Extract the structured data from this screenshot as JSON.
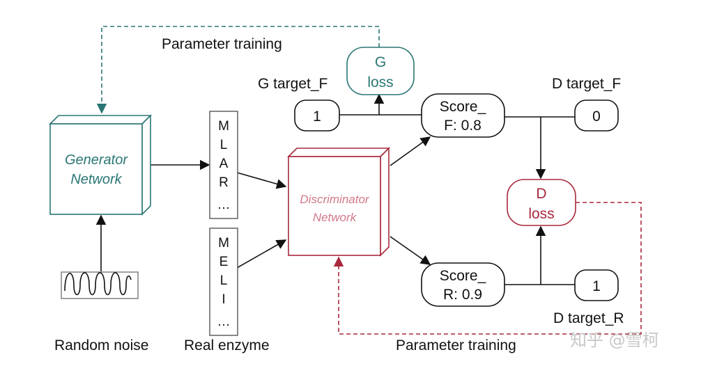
{
  "title": "",
  "colors": {
    "generator": "#2a7674",
    "discriminator": "#a8283c",
    "line": "#111111",
    "watermark": "#c8c8c8"
  },
  "generator": {
    "label_line1": "Generator",
    "label_line2": "Network"
  },
  "discriminator": {
    "label_line1": "Discriminator",
    "label_line2": "Network"
  },
  "fake_sequence": [
    "M",
    "L",
    "A",
    "R",
    "…"
  ],
  "real_sequence": [
    "M",
    "E",
    "L",
    "I",
    "…"
  ],
  "g_loss": {
    "line1": "G",
    "line2": "loss"
  },
  "d_loss": {
    "line1": "D",
    "line2": "loss"
  },
  "score_f": {
    "line1": "Score_",
    "line2": "F: 0.8"
  },
  "score_r": {
    "line1": "Score_",
    "line2": "R: 0.9"
  },
  "g_target_f": {
    "label": "G target_F",
    "value": "1"
  },
  "d_target_f": {
    "label": "D target_F",
    "value": "0"
  },
  "d_target_r": {
    "label": "D target_R",
    "value": "1"
  },
  "labels": {
    "param_training_top": "Parameter training",
    "param_training_bottom": "Parameter training",
    "random_noise": "Random noise",
    "real_enzyme": "Real enzyme"
  },
  "watermark": "知乎 @雪柯"
}
